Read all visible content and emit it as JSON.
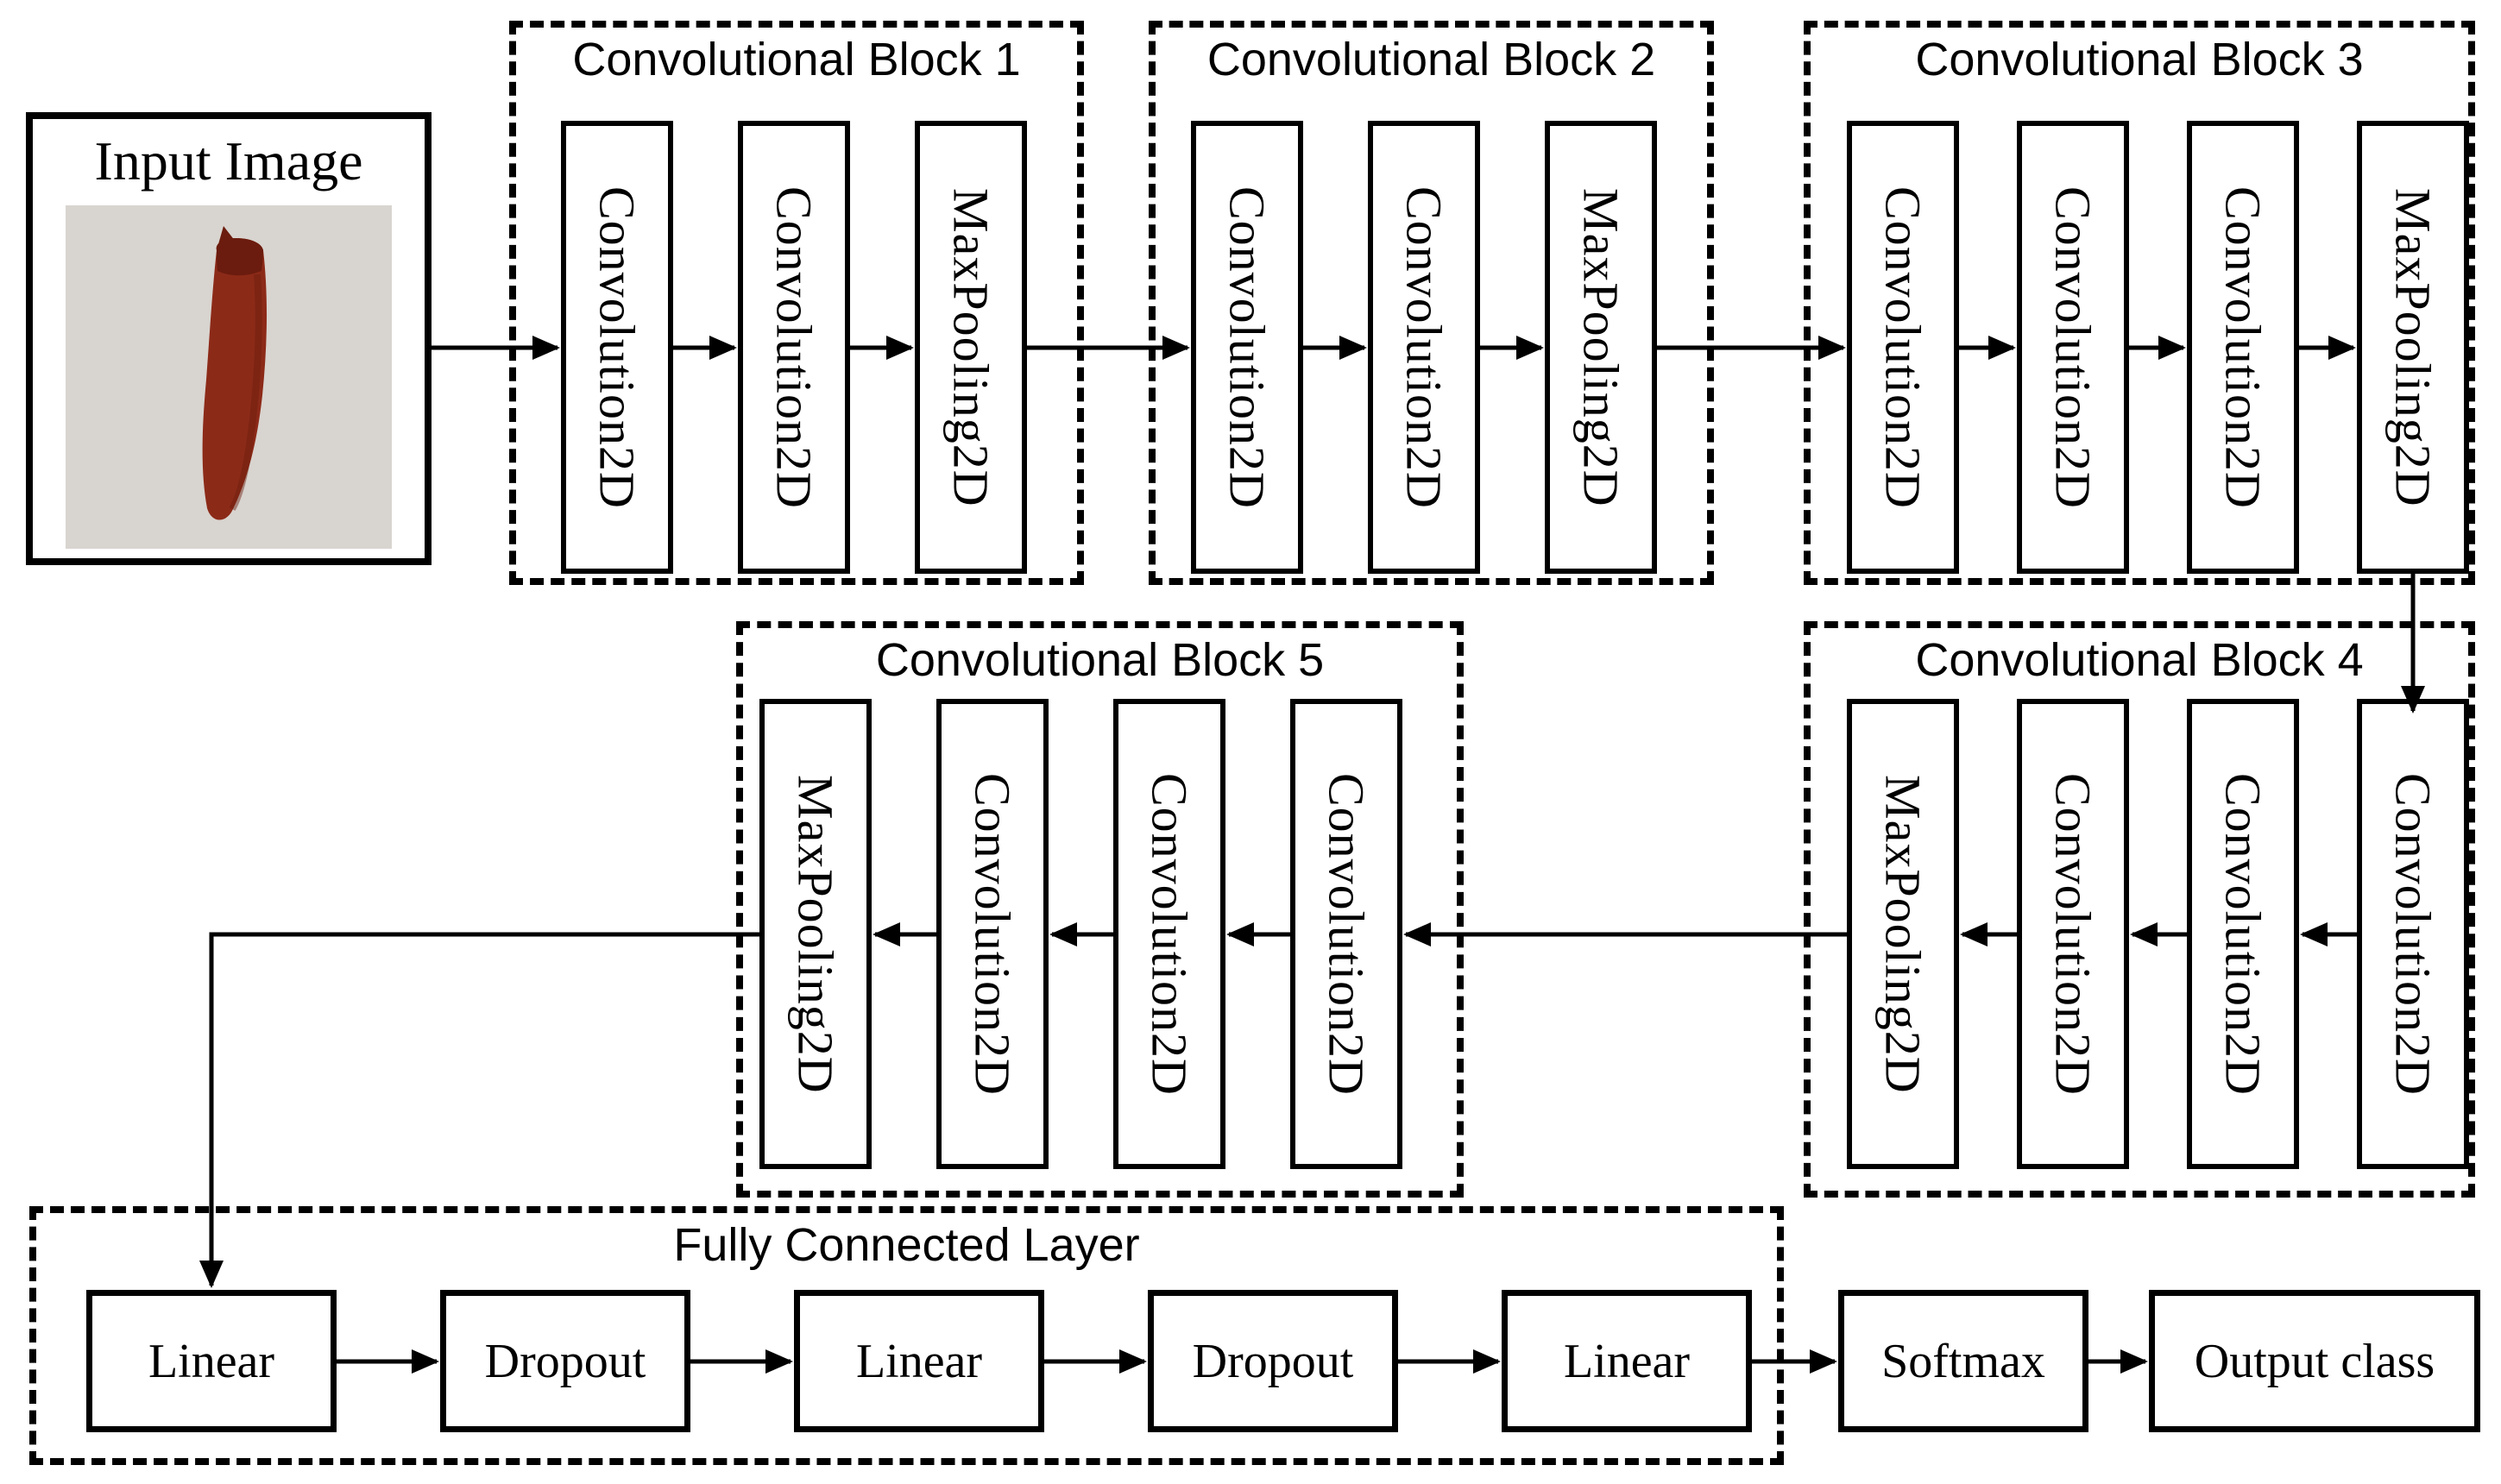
{
  "input": {
    "title": "Input Image",
    "photo_subject": "red chili pepper"
  },
  "blocks": [
    {
      "title": "Convolutional Block 1",
      "layers": [
        "Convolution2D",
        "Convolution2D",
        "MaxPooling2D"
      ]
    },
    {
      "title": "Convolutional Block 2",
      "layers": [
        "Convolution2D",
        "Convolution2D",
        "MaxPooling2D"
      ]
    },
    {
      "title": "Convolutional Block 3",
      "layers": [
        "Convolution2D",
        "Convolution2D",
        "Convolution2D",
        "MaxPooling2D"
      ]
    },
    {
      "title": "Convolutional Block 4",
      "layers": [
        "MaxPooling2D",
        "Convolution2D",
        "Convolution2D",
        "Convolution2D"
      ]
    },
    {
      "title": "Convolutional Block 5",
      "layers": [
        "MaxPooling2D",
        "Convolution2D",
        "Convolution2D",
        "Convolution2D"
      ]
    }
  ],
  "fully_connected": {
    "title": "Fully Connected Layer",
    "layers": [
      "Linear",
      "Dropout",
      "Linear",
      "Dropout",
      "Linear"
    ]
  },
  "output_stage": {
    "softmax_label": "Softmax",
    "output_label": "Output class"
  },
  "flow": [
    "Input Image -> Convolutional Block 1 -> Convolutional Block 2 -> Convolutional Block 3",
    "Convolutional Block 3 -> Convolutional Block 4 (right to left) -> Convolutional Block 5 (right to left)",
    "Convolutional Block 5 -> Fully Connected Layer -> Softmax -> Output class"
  ],
  "colors": {
    "stroke": "#000000",
    "text": "#000000",
    "canvas_background": "#ffffff",
    "photo_background": "#d8d4cf",
    "chili_body": "#8c2a18",
    "chili_dark": "#6b1c0e"
  }
}
